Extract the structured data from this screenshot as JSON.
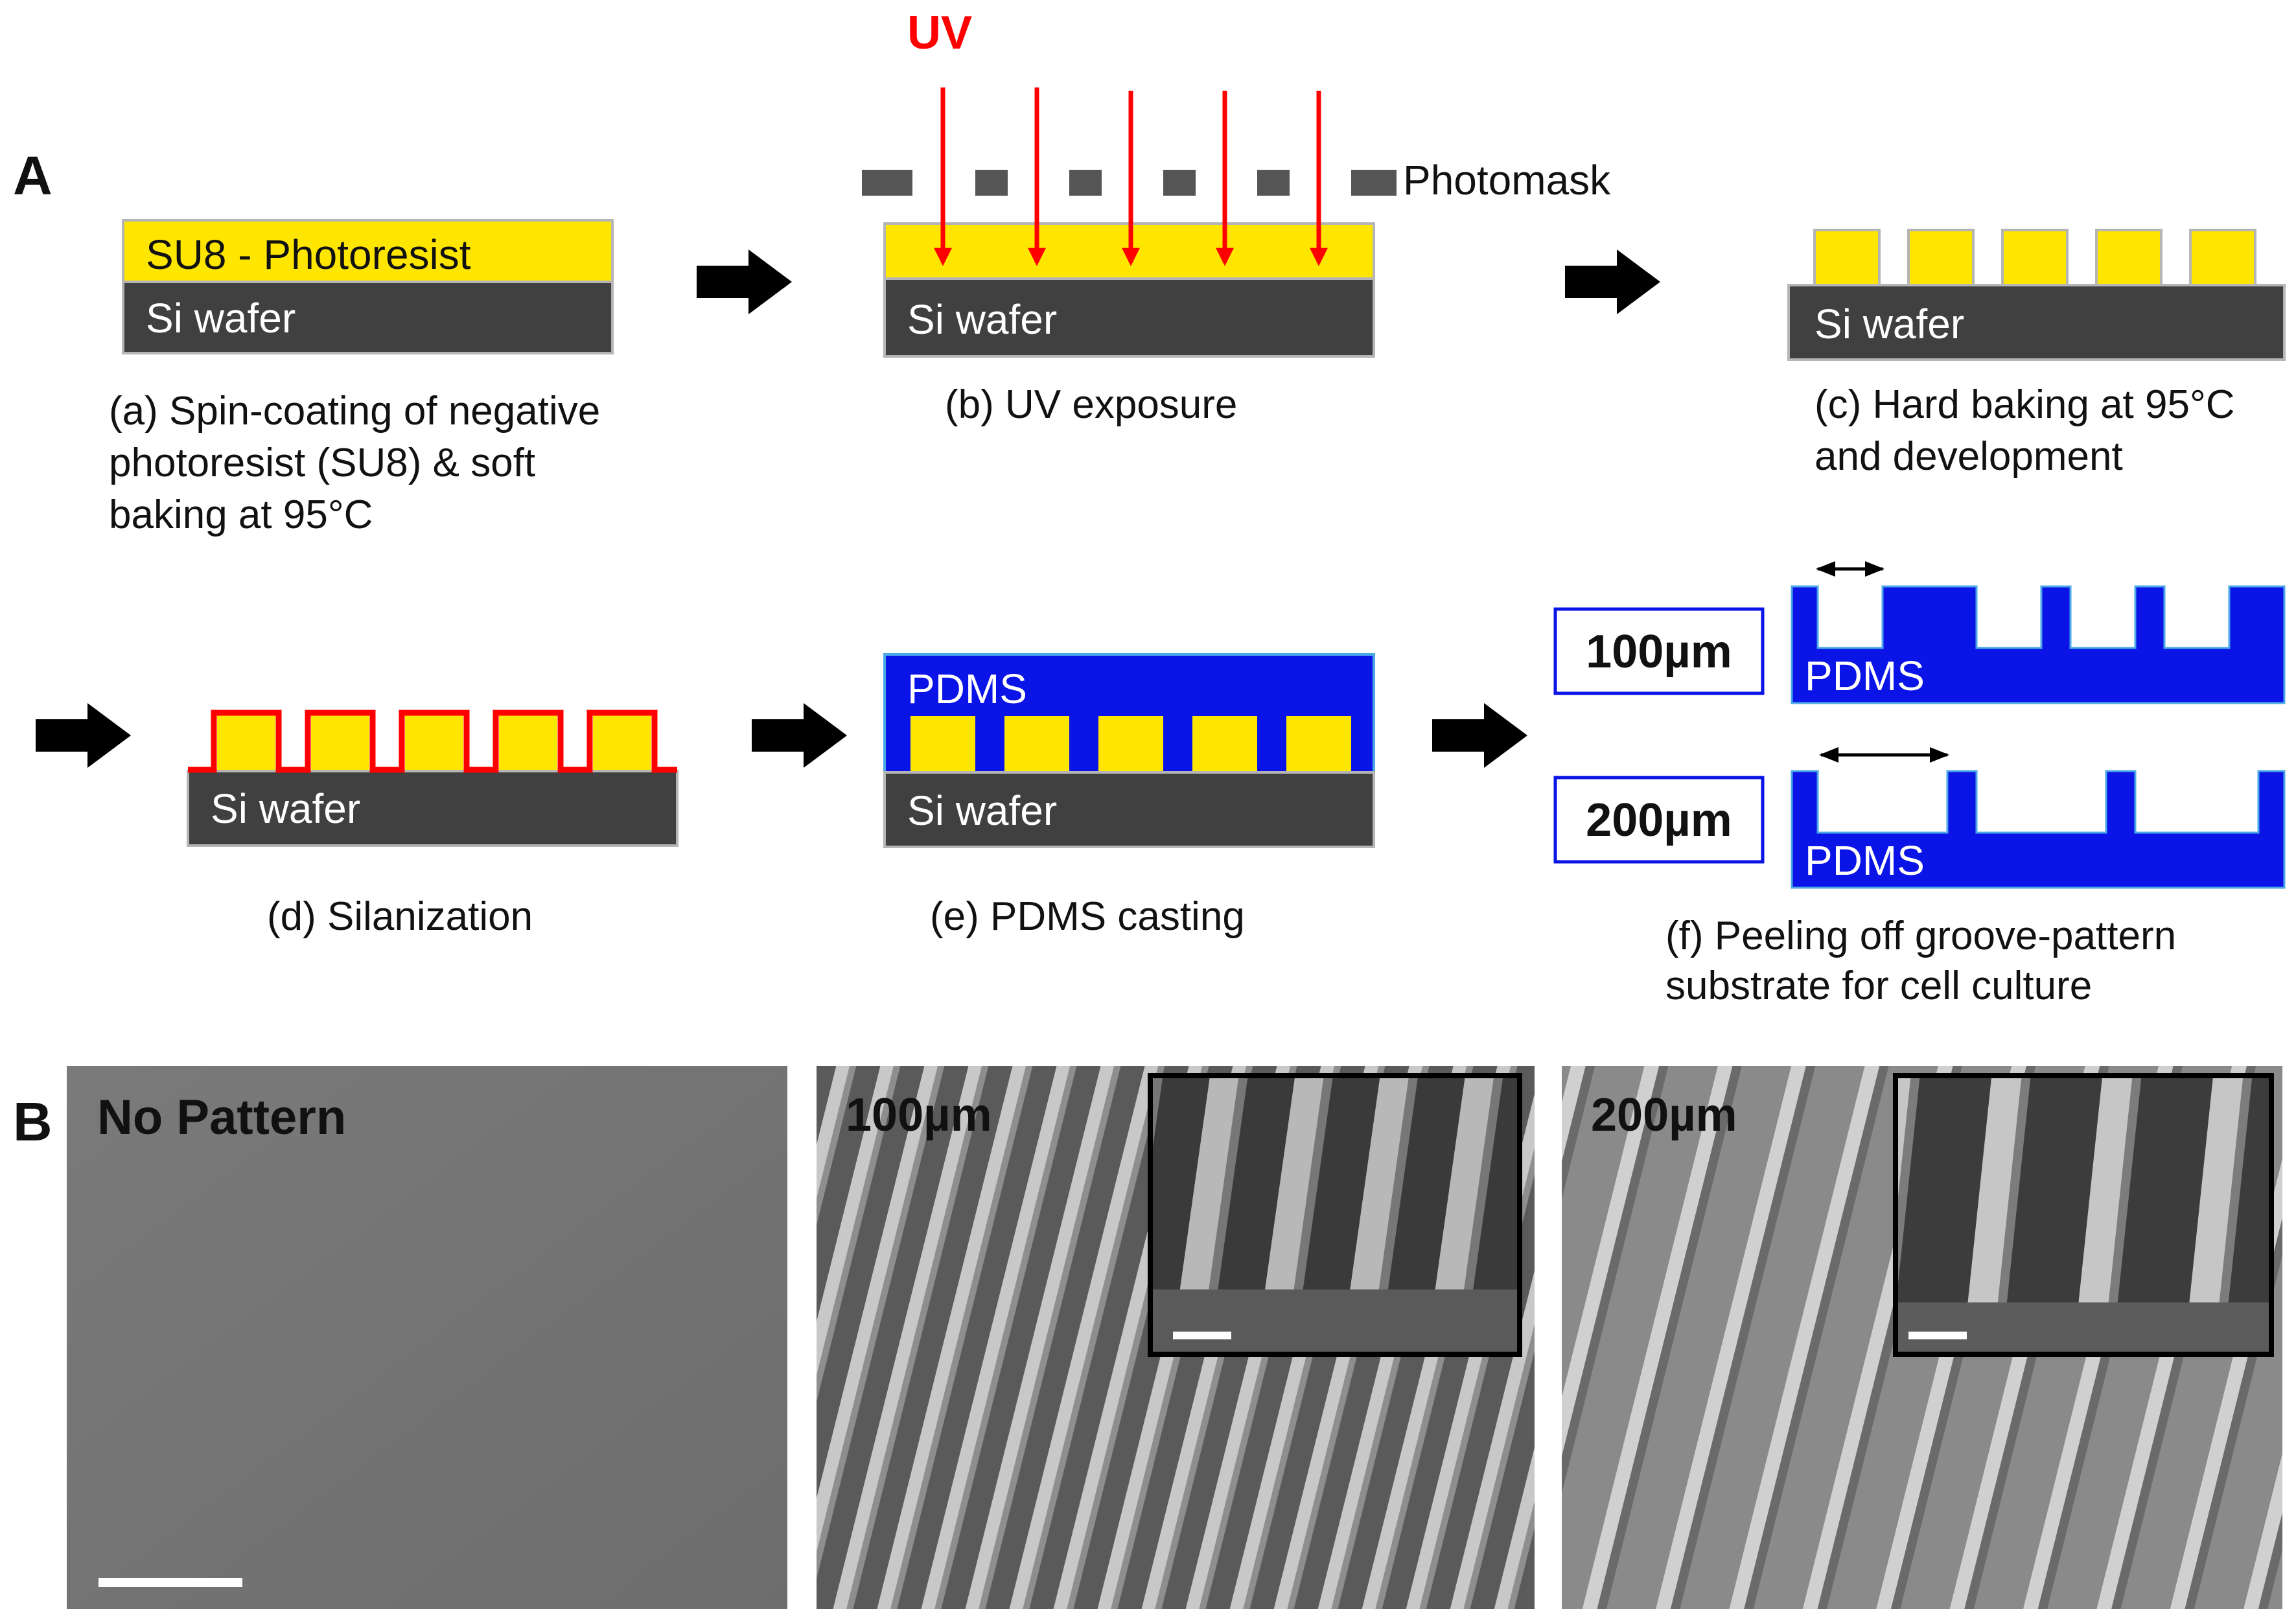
{
  "panel_a": {
    "label": "A",
    "uv_label": "UV",
    "photomask_label": "Photomask",
    "su8_label": "SU8 - Photoresist",
    "si_wafer_label": "Si wafer",
    "pdms_label": "PDMS",
    "width_100": "100µm",
    "width_200": "200µm",
    "caption_a": [
      "(a) Spin-coating of negative",
      "photoresist (SU8) & soft",
      "baking at 95°C"
    ],
    "caption_b": [
      "(b) UV exposure"
    ],
    "caption_c": [
      "(c) Hard baking at 95°C",
      "and development"
    ],
    "caption_d": [
      "(d) Silanization"
    ],
    "caption_e": [
      "(e) PDMS casting"
    ],
    "caption_f": [
      "(f) Peeling off groove-pattern",
      "substrate for cell culture"
    ]
  },
  "panel_b": {
    "label": "B",
    "no_pattern": "No Pattern",
    "sem_100": "100µm",
    "sem_200": "200µm"
  },
  "colors": {
    "photoresist": "#FFE600",
    "wafer": "#404040",
    "pdms": "#0A14E6",
    "uv": "#FF0000",
    "silane": "#FF0000"
  }
}
